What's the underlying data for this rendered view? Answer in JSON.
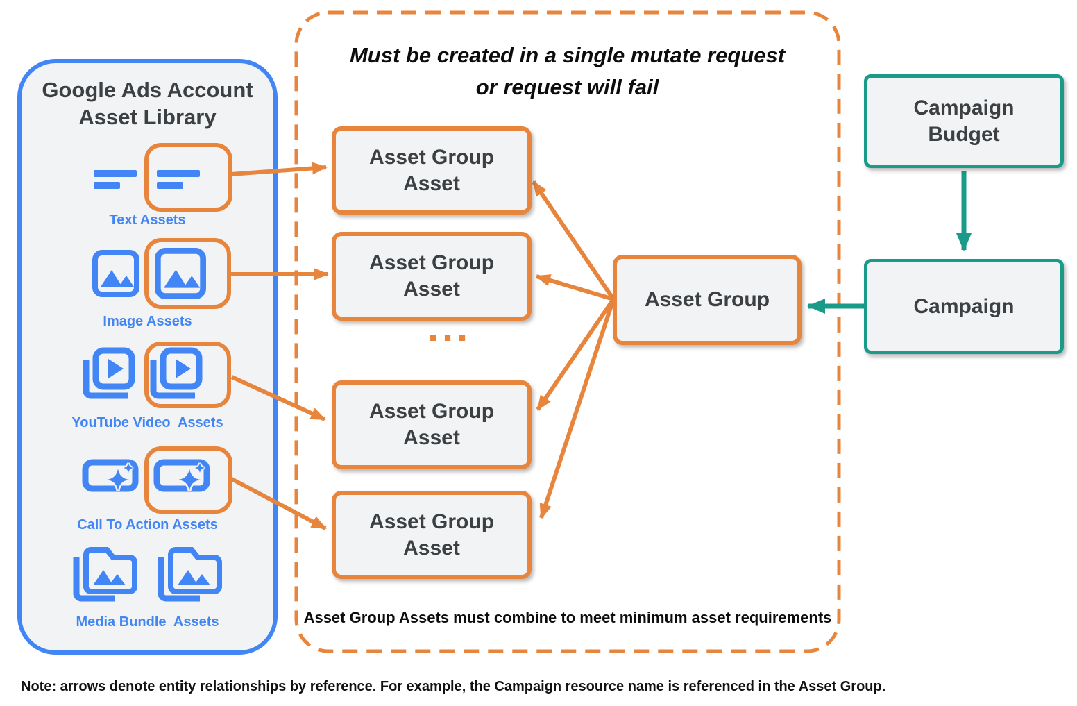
{
  "colors": {
    "blue": "#4285f4",
    "orange": "#e8853d",
    "teal": "#1a9b8a",
    "dark_text": "#3c4043",
    "panel_fill": "#f1f3f4"
  },
  "library": {
    "title": "Google Ads Account\nAsset Library",
    "items": [
      {
        "label": "Text Assets",
        "icon": "text-asset-icon"
      },
      {
        "label": "Image Assets",
        "icon": "image-asset-icon"
      },
      {
        "label": "YouTube Video  Assets",
        "icon": "youtube-video-asset-icon"
      },
      {
        "label": "Call To Action Assets",
        "icon": "call-to-action-asset-icon"
      },
      {
        "label": "Media Bundle  Assets",
        "icon": "media-bundle-asset-icon"
      }
    ]
  },
  "mutate_group": {
    "title": "Must be created in a single mutate request\nor request will fail",
    "asset_box_label": "Asset Group\nAsset",
    "ellipsis": "...",
    "footer": "Asset Group Assets must combine to meet minimum asset requirements"
  },
  "nodes": {
    "asset_group": "Asset Group",
    "campaign_budget": "Campaign\nBudget",
    "campaign": "Campaign"
  },
  "note": "Note: arrows denote entity relationships by reference. For example, the Campaign resource name is referenced in the Asset Group."
}
